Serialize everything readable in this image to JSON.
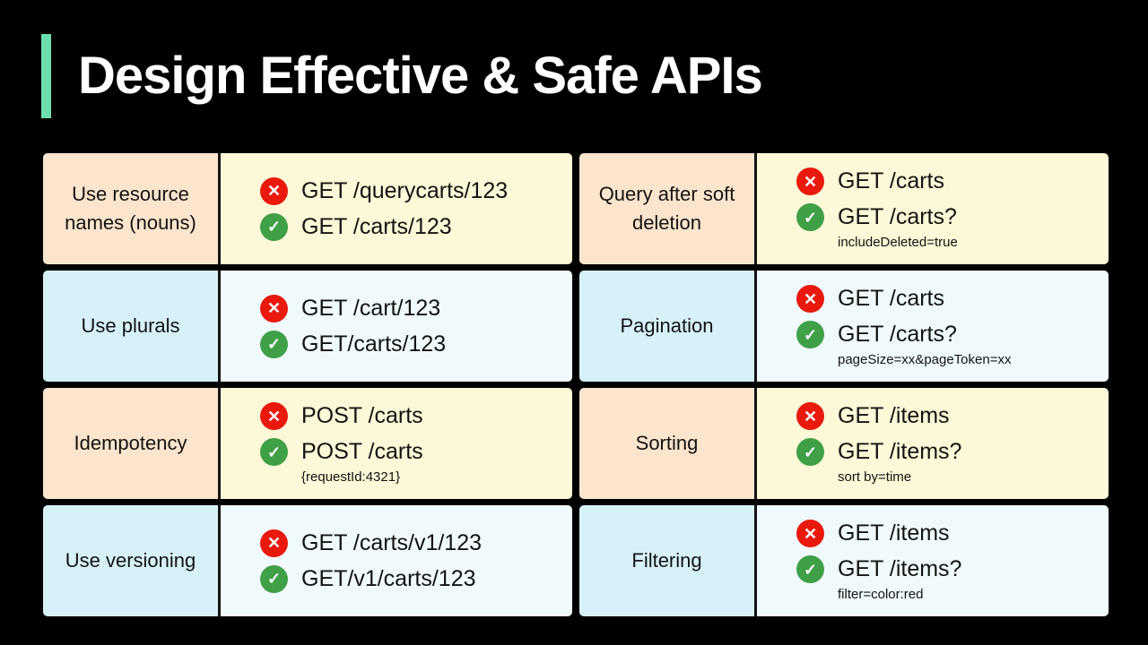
{
  "title": "Design Effective & Safe APIs",
  "icons": {
    "cross": "✕",
    "check": "✓"
  },
  "colors": {
    "accent": "#6ddfae",
    "background": "#000000",
    "warm_label": "#fce5cd",
    "warm_examples": "#fdf8d7",
    "cool_label": "#d7f1f9",
    "cool_examples": "#f0f9fc",
    "bad_badge": "#e9190e",
    "good_badge": "#3fa047"
  },
  "rows": [
    {
      "left": {
        "label": "Use resource names (nouns)",
        "bad": {
          "text": "GET /querycarts/123"
        },
        "good": {
          "text": "GET /carts/123"
        }
      },
      "right": {
        "label": "Query after soft deletion",
        "bad": {
          "text": "GET /carts"
        },
        "good": {
          "text": "GET /carts?",
          "sub": "includeDeleted=true"
        }
      }
    },
    {
      "left": {
        "label": "Use plurals",
        "bad": {
          "text": "GET /cart/123"
        },
        "good": {
          "text": "GET/carts/123"
        }
      },
      "right": {
        "label": "Pagination",
        "bad": {
          "text": "GET /carts"
        },
        "good": {
          "text": "GET /carts?",
          "sub": "pageSize=xx&pageToken=xx"
        }
      }
    },
    {
      "left": {
        "label": "Idempotency",
        "bad": {
          "text": "POST /carts"
        },
        "good": {
          "text": "POST /carts",
          "sub": "{requestId:4321}"
        }
      },
      "right": {
        "label": "Sorting",
        "bad": {
          "text": "GET /items"
        },
        "good": {
          "text": "GET /items?",
          "sub": "sort by=time"
        }
      }
    },
    {
      "left": {
        "label": "Use versioning",
        "bad": {
          "text": "GET /carts/v1/123"
        },
        "good": {
          "text": "GET/v1/carts/123"
        }
      },
      "right": {
        "label": "Filtering",
        "bad": {
          "text": "GET /items"
        },
        "good": {
          "text": "GET /items?",
          "sub": "filter=color:red"
        }
      }
    }
  ]
}
